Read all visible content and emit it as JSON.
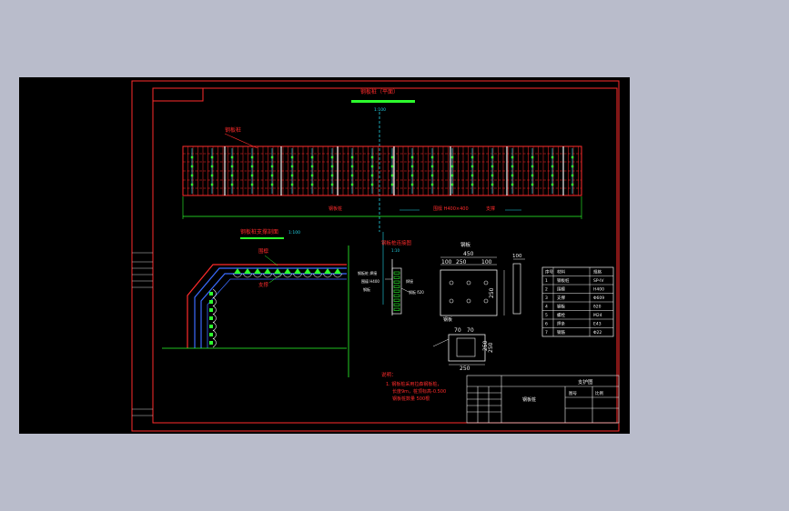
{
  "drawing": {
    "main_title": "钢板桩（平面）",
    "plan_label": "钢板桩",
    "scale_top": "1:100",
    "dim_left": "钢板桩",
    "dim_mid": "围檩 H400×400",
    "dim_right": "支撑",
    "section_title": "钢板桩支撑剖面",
    "section_scale": "1:100",
    "section_label_a": "围檩",
    "section_label_b": "支撑",
    "detail_title": "钢板桩连接图",
    "detail_scale": "1:10",
    "plate_title": "钢板",
    "plate_dims": {
      "d1": "450",
      "d2": "100",
      "d3": "250",
      "d4": "100",
      "d5": "250",
      "d6": "100"
    },
    "plate2_label": "钢板",
    "plate2_dims": {
      "d1": "70",
      "d2": "70",
      "d3": "250",
      "d4": "250",
      "d5": "250"
    },
    "notes_title": "说明：",
    "notes": [
      "1. 钢板桩采用拉森钢板桩，",
      "长度9m，桩顶标高-0.500",
      "钢板桩数量   500根"
    ],
    "title_block": {
      "project": "支护图",
      "drawing_name": "钢板桩",
      "sheet": "图号",
      "scale": "比例"
    },
    "table": {
      "headers": [
        "序号",
        "材料",
        "规格"
      ],
      "rows": [
        [
          "1",
          "钢板桩",
          "SP-IV"
        ],
        [
          "2",
          "围檩",
          "H400"
        ],
        [
          "3",
          "支撑",
          "Φ609"
        ],
        [
          "4",
          "钢板",
          "δ20"
        ],
        [
          "5",
          "螺栓",
          "M24"
        ],
        [
          "6",
          "焊条",
          "E43"
        ],
        [
          "7",
          "钢筋",
          "Φ22"
        ]
      ]
    }
  },
  "colors": {
    "frame": "#ff2b2b",
    "pile": "#ff2b2b",
    "brace": "#22d3e6",
    "accent": "#2dff2d",
    "text": "#f2f2f2",
    "background": "#000000",
    "outer": "#b9bccb"
  }
}
